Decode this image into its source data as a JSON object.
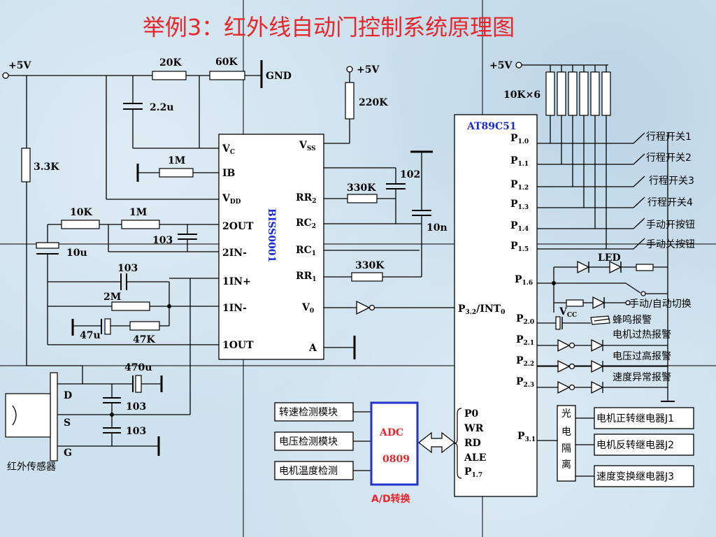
{
  "title": "举例3：红外线自动门控制系统原理图",
  "power": {
    "vcc1": "+5V",
    "vcc2": "+5V",
    "vcc3": "+5V",
    "gnd": "GND"
  },
  "resistors": {
    "r20k": "20K",
    "r60k": "60K",
    "r220k": "220K",
    "r10kx6": "10K×6",
    "r3k3": "3.3K",
    "r1m_a": "1M",
    "r10k": "10K",
    "r1m_b": "1M",
    "r330k_a": "330K",
    "r330k_b": "330K",
    "r2m": "2M",
    "r47k": "47K"
  },
  "capacitors": {
    "c2u2": "2.2u",
    "c102": "102",
    "c10n": "10n",
    "c103_a": "103",
    "c10u": "10u",
    "c103_b": "103",
    "c47u": "47u",
    "c470u": "470u",
    "c103_c": "103",
    "c103_d": "103"
  },
  "biss": {
    "name": "BISS0001",
    "left_pins": [
      "VC",
      "IB",
      "VDD",
      "2OUT",
      "2IN-",
      "1IN+",
      "1IN-",
      "1OUT"
    ],
    "right_pins": [
      "VSS",
      "RR2",
      "RC2",
      "RC1",
      "RR1",
      "V0",
      "A"
    ]
  },
  "mcu": {
    "name": "AT89C51",
    "pins": [
      "P1.0",
      "P1.1",
      "P1.2",
      "P1.3",
      "P1.4",
      "P1.5",
      "P1.6",
      "P3.2/INT0",
      "P2.0",
      "P2.1",
      "P2.2",
      "P2.3",
      "P3.1"
    ],
    "bus_pins": [
      "P0",
      "WR",
      "RD",
      "ALE",
      "P1.7"
    ]
  },
  "led_label": "LED",
  "vcc_label": "VCC",
  "outputs": [
    "行程开关1",
    "行程开关2",
    "行程开关3",
    "行程开关4",
    "手动开按钮",
    "手动关按钮",
    "手动/自动切换",
    "蜂鸣报警",
    "电机过热报警",
    "电压过高报警",
    "速度异常报警"
  ],
  "modules": [
    "转速检测模块",
    "电压检测模块",
    "电机温度检测"
  ],
  "adc": {
    "line1": "ADC",
    "line2": "0809",
    "caption": "A/D转换"
  },
  "opto": [
    "光",
    "电",
    "隔",
    "离"
  ],
  "relays": [
    "电机正转继电器J1",
    "电机反转继电器J2",
    "速度变换继电器J3"
  ],
  "sensor": {
    "pins": [
      "D",
      "S",
      "G"
    ],
    "label": "红外传感器"
  }
}
